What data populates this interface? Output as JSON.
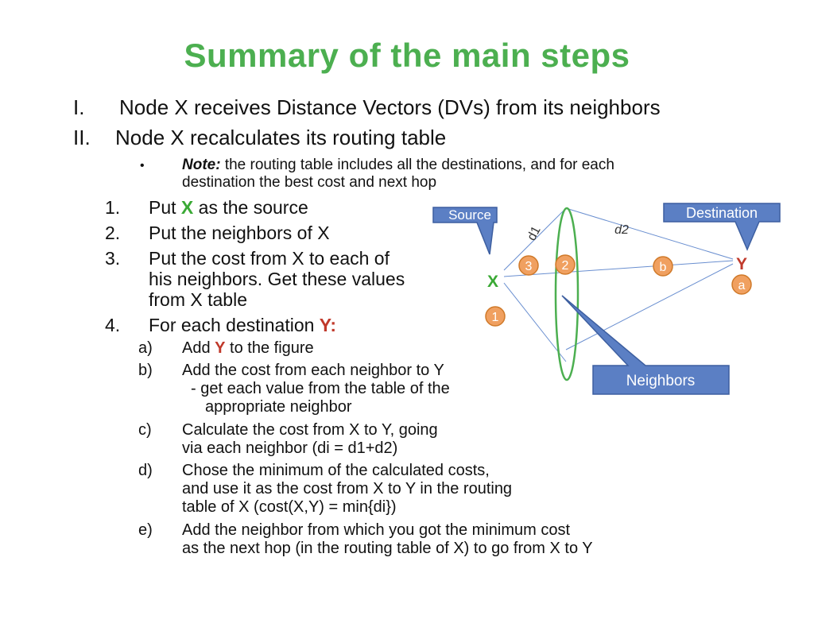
{
  "title": "Summary of the main steps",
  "roman": [
    {
      "num": "I.",
      "text": "Node X receives Distance Vectors (DVs) from its neighbors"
    },
    {
      "num": "II.",
      "text": "Node X recalculates its routing table"
    }
  ],
  "note": {
    "bullet": "•",
    "label": "Note:",
    "line1": " the routing table includes all the destinations, and for each",
    "line2": "destination the best cost and next hop"
  },
  "steps": [
    {
      "num": "1.",
      "pre": "Put ",
      "hl": "X",
      "post": " as the source"
    },
    {
      "num": "2.",
      "text": "Put the neighbors of X"
    },
    {
      "num": "3.",
      "lines": [
        "Put the cost from X to each of",
        "his neighbors. Get these values",
        "from X table"
      ]
    },
    {
      "num": "4.",
      "pre": "For each destination ",
      "hl": "Y:"
    }
  ],
  "substeps": [
    {
      "letter": "a)",
      "pre": "Add ",
      "hl": "Y",
      "post": " to the figure"
    },
    {
      "letter": "b)",
      "lines": [
        "Add the cost from each neighbor to Y",
        "- get each value from the table of the",
        "appropriate neighbor"
      ]
    },
    {
      "letter": "c)",
      "lines": [
        "Calculate the cost from X to Y, going",
        "via each neighbor (di = d1+d2)"
      ]
    },
    {
      "letter": "d)",
      "lines": [
        "Chose the minimum of the calculated costs,",
        "and use it as the cost from X to Y in the routing",
        "table of X (cost(X,Y) = min{di})"
      ]
    },
    {
      "letter": "e)",
      "lines": [
        "Add the neighbor from which you got the minimum cost",
        "as the next hop (in the routing table of X) to go from X to Y"
      ]
    }
  ],
  "diagram": {
    "source_label": "Source",
    "destination_label": "Destination",
    "neighbors_label": "Neighbors",
    "node_x": "X",
    "node_y": "Y",
    "d1": "d1",
    "d2": "d2",
    "badges": {
      "one": "1",
      "two": "2",
      "three": "3",
      "a": "a",
      "b": "b"
    },
    "colors": {
      "callout_fill": "#5b7fc4",
      "badge_fill": "#f0a060",
      "badge_stroke": "#d07a2a",
      "ellipse": "#4caf50",
      "line": "#6a8fd0",
      "green": "#3aa935",
      "red": "#c0392b"
    }
  }
}
